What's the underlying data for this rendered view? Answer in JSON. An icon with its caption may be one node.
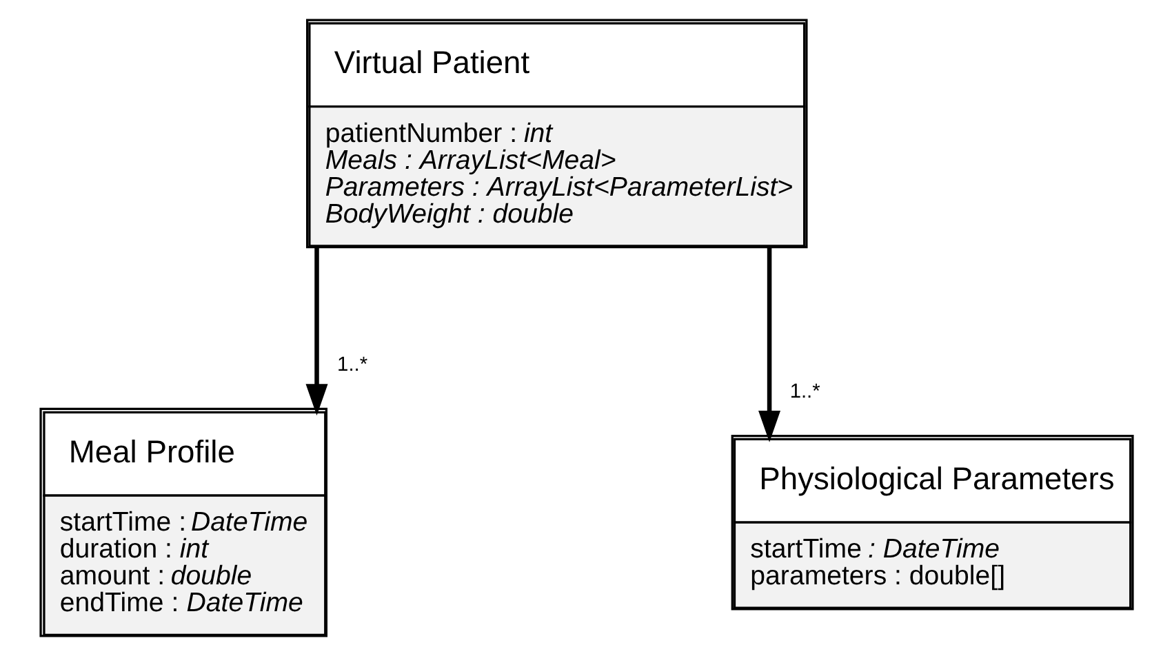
{
  "diagram": {
    "nodes": [
      {
        "text": [
          "Virtual Patient",
          "patientNumber : *int*",
          "*Meals : ArrayList<Meal>*",
          "*Parameters : ArrayList<ParameterList>*",
          "*BodyWeight : double*"
        ]
      },
      {
        "text": [
          "Meal Profile",
          "startTime : *DateTime*",
          "duration : *int*",
          "amount : *double*",
          "endTime : *DateTime*"
        ]
      },
      {
        "text": [
          "Physiological Parameters",
          "startTime *: DateTime*",
          "parameters : double[]"
        ]
      }
    ],
    "edges": [
      {
        "from": 0,
        "to": 1,
        "arrow": "to",
        "label": "1..*"
      },
      {
        "from": 0,
        "to": 2,
        "arrow": "to",
        "label": "1..*"
      }
    ]
  }
}
